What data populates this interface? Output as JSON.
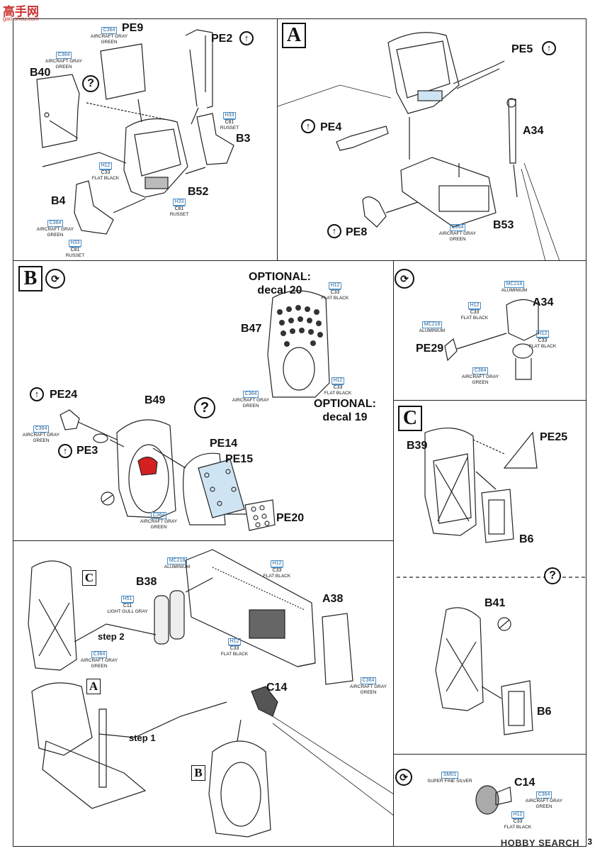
{
  "watermark": {
    "title": "高手网",
    "sub": "gao-shou.com"
  },
  "footer": {
    "brand": "HOBBY SEARCH",
    "page": "3"
  },
  "section_a": {
    "box": "A",
    "parts": [
      "PE5",
      "PE4",
      "A34",
      "PE8",
      "B53"
    ],
    "paint": {
      "code": "C364",
      "desc": "AIRCRAFT GRAY GREEN"
    }
  },
  "section_top_left": {
    "parts": [
      "PE9",
      "PE2",
      "B40",
      "B3",
      "B52",
      "B4"
    ],
    "paint_pe9": {
      "code": "C364",
      "desc": "AIRCRAFT GRAY GREEN"
    },
    "paint_b40": {
      "code": "C364",
      "desc": "AIRCRAFT GRAY GREEN"
    },
    "paint_b3": {
      "h": "H33",
      "c": "C81",
      "desc": "RUSSET"
    },
    "paint_b52_black": {
      "h": "H12",
      "c": "C33",
      "desc": "FLAT BLACK"
    },
    "paint_b52_russet": {
      "h": "H33",
      "c": "C81",
      "desc": "RUSSET"
    },
    "paint_b4_green": {
      "code": "C364",
      "desc": "AIRCRAFT GRAY GREEN"
    },
    "paint_b4_russet": {
      "h": "H33",
      "c": "C81",
      "desc": "RUSSET"
    }
  },
  "section_b": {
    "box": "B",
    "optional_top": "OPTIONAL:",
    "optional_top_decal": "decal 20",
    "optional_bottom": "OPTIONAL:",
    "optional_bottom_decal": "decal 19",
    "parts": [
      "B47",
      "PE24",
      "B49",
      "PE3",
      "PE14",
      "PE15",
      "PE20"
    ],
    "paint_b47_black": {
      "h": "H12",
      "c": "C33",
      "desc": "FLAT BLACK"
    },
    "paint_b47_green": {
      "code": "C364",
      "desc": "AIRCRAFT GRAY GREEN"
    },
    "paint_b47_black2": {
      "h": "H12",
      "c": "C33",
      "desc": "FLAT BLACK"
    },
    "paint_pe24": {
      "code": "C364",
      "desc": "AIRCRAFT GRAY GREEN"
    },
    "paint_b49": {
      "code": "C364",
      "desc": "AIRCRAFT GRAY GREEN"
    }
  },
  "section_a34": {
    "parts": [
      "A34",
      "PE29"
    ],
    "paint_al1": {
      "code": "MC218",
      "desc": "ALUMINIUM"
    },
    "paint_black1": {
      "h": "H12",
      "c": "C33",
      "desc": "FLAT BLACK"
    },
    "paint_al2": {
      "code": "MC218",
      "desc": "ALUMINIUM"
    },
    "paint_black2": {
      "h": "H12",
      "c": "C33",
      "desc": "FLAT BLACK"
    },
    "paint_green": {
      "code": "C364",
      "desc": "AIRCRAFT GRAY GREEN"
    }
  },
  "section_c": {
    "box": "C",
    "parts": [
      "B39",
      "PE25",
      "B6",
      "B41",
      "B6"
    ]
  },
  "section_bottom_left": {
    "box_c": "C",
    "box_a": "A",
    "box_b": "B",
    "step2": "step 2",
    "step1": "step 1",
    "parts": [
      "B38",
      "A38",
      "C14"
    ],
    "paint_al": {
      "code": "MC218",
      "desc": "ALUMINIUM"
    },
    "paint_b38": {
      "h": "H51",
      "c": "C11",
      "desc": "LIGHT GULL GRAY"
    },
    "paint_black_top": {
      "h": "H12",
      "c": "C33",
      "desc": "FLAT BLACK"
    },
    "paint_black_mid": {
      "h": "H12",
      "c": "C33",
      "desc": "FLAT BLACK"
    },
    "paint_c_green": {
      "code": "C364",
      "desc": "AIRCRAFT GRAY GREEN"
    },
    "paint_a38_green": {
      "code": "C364",
      "desc": "AIRCRAFT GRAY GREEN"
    }
  },
  "section_c14": {
    "part": "C14",
    "paint_sm": {
      "code": "SM01",
      "desc": "SUPER FINE SILVER"
    },
    "paint_green": {
      "code": "C364",
      "desc": "AIRCRAFT GRAY GREEN"
    },
    "paint_black": {
      "h": "H12",
      "c": "C33",
      "desc": "FLAT BLACK"
    }
  }
}
